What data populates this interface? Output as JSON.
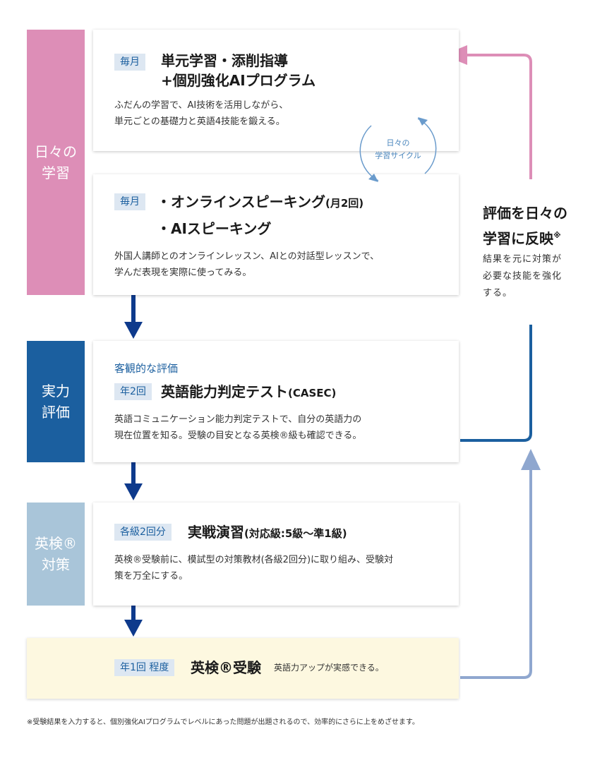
{
  "sidebar": {
    "daily": [
      "日々の",
      "学習"
    ],
    "eval": [
      "実力",
      "評価"
    ],
    "prep": [
      "英検®",
      "対策"
    ]
  },
  "card1": {
    "tag": "毎月",
    "heading_line1": "単元学習・添削指導",
    "heading_line2": "+個別強化AIプログラム",
    "desc_line1": "ふだんの学習で、AI技術を活用しながら、",
    "desc_line2": "単元ごとの基礎力と英語4技能を鍛える。"
  },
  "cycle": {
    "line1": "日々の",
    "line2": "学習サイクル"
  },
  "card2": {
    "tag": "毎月",
    "heading_line1_main": "・オンラインスピーキング",
    "heading_line1_sub": "(月2回)",
    "heading_line2": "・AIスピーキング",
    "desc_line1": "外国人講師とのオンラインレッスン、AIとの対話型レッスンで、",
    "desc_line2": "学んだ表現を実際に使ってみる。"
  },
  "card3": {
    "label": "客観的な評価",
    "tag": "年2回",
    "heading_main": "英語能力判定テスト",
    "heading_sub": "(CASEC)",
    "desc_line1": "英語コミュニケーション能力判定テストで、自分の英語力の",
    "desc_line2": "現在位置を知る。受験の目安となる英検®級も確認できる。"
  },
  "card4": {
    "tag": "各級2回分",
    "heading_main": "実戦演習",
    "heading_sub": "(対応級:5級〜準1級)",
    "desc_line1": "英検®受験前に、模試型の対策教材(各級2回分)に取り組み、受験対",
    "desc_line2": "策を万全にする。"
  },
  "final": {
    "tag": "年1回 程度",
    "heading": "英検®受験",
    "note": "英語力アップが実感できる。"
  },
  "right": {
    "title_line1": "評価を日々の",
    "title_line2": "学習に反映",
    "title_mark": "※",
    "desc_line1": "結果を元に対策が",
    "desc_line2": "必要な技能を強化",
    "desc_line3": "する。"
  },
  "footnote": "※受験結果を入力すると、個別強化AIプログラムでレベルにあった問題が出題されるので、効率的にさらに上をめざせます。",
  "colors": {
    "pink": "#dd8eb7",
    "navy": "#0e3a8c",
    "blue": "#1b5f9f",
    "light_blue": "#8fa7cf",
    "pale_blue": "#a9c5d9",
    "cream": "#fdf8e0"
  }
}
